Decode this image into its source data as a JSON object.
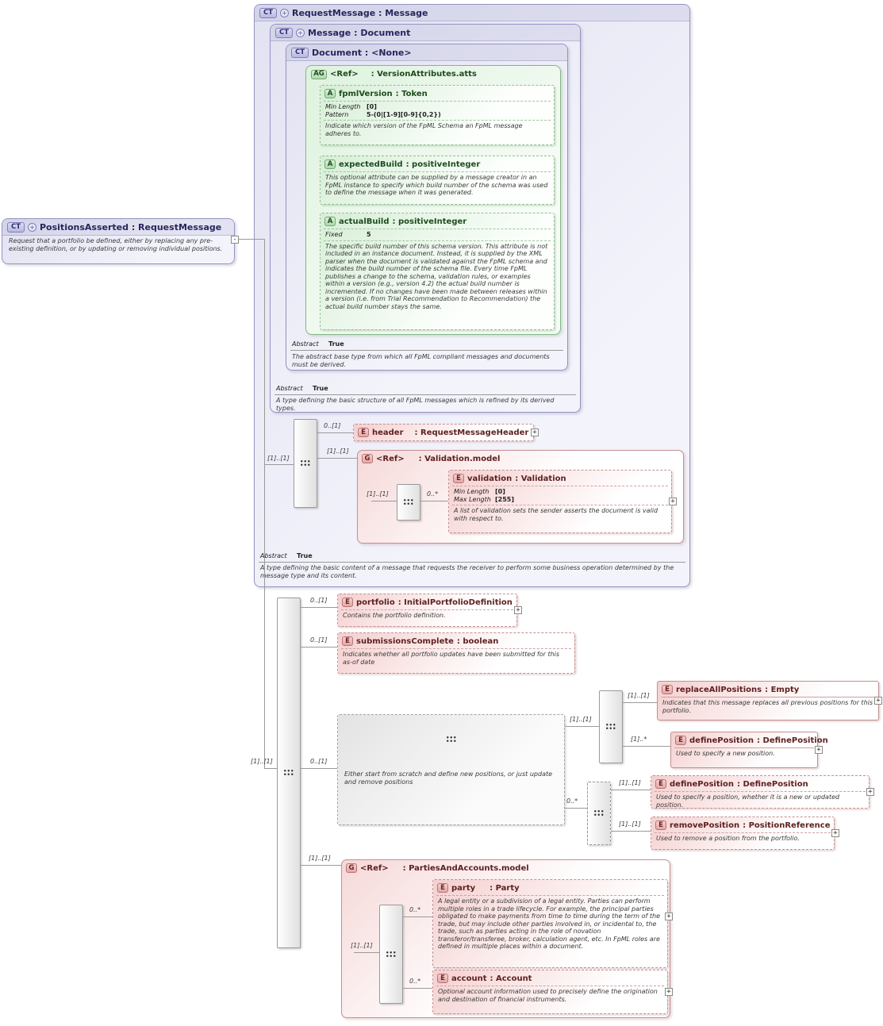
{
  "icons": {
    "ct": "CT",
    "ag": "AG",
    "a": "A",
    "e": "E",
    "g": "G"
  },
  "labels": {
    "abstract": "Abstract",
    "true": "True",
    "card_opt": "0..[1]",
    "card_req": "[1]..[1]",
    "card_many": "0..*",
    "card_req_many": "[1]..*",
    "expand": "+",
    "collapse": "-"
  },
  "nodes": {
    "positions_asserted": {
      "title": "PositionsAsserted : RequestMessage",
      "doc": "Request that a portfolio be defined, either by replacing any pre-existing definition, or by updating or removing individual positions."
    },
    "request_message": {
      "title": "RequestMessage : Message",
      "doc": "A type defining the basic content of a message that requests the receiver to perform some business operation determined by the message type and its content."
    },
    "message": {
      "title": "Message : Document",
      "doc": "A type defining the basic structure of all FpML messages which is refined by its derived types."
    },
    "document": {
      "title": "Document : <None>",
      "doc": "The abstract base type from which all FpML compliant messages and documents must be derived."
    },
    "version_attributes": {
      "ref": "<Ref>",
      "type": ": VersionAttributes.atts"
    },
    "fpml_version": {
      "name": "fpmlVersion",
      "type": ": Token",
      "facts": [
        {
          "label": "Min Length",
          "value": "[0]"
        },
        {
          "label": "Pattern",
          "value": "5-(0|[1-9][0-9]{0,2})"
        }
      ],
      "doc": "Indicate which version of the FpML Schema an FpML message adheres to."
    },
    "expected_build": {
      "name": "expectedBuild",
      "type": ": positiveInteger",
      "doc": "This optional attribute can be supplied by a message creator in an FpML instance to specify which build number of the schema was used to define the message when it was generated."
    },
    "actual_build": {
      "name": "actualBuild",
      "type": ": positiveInteger",
      "facts": [
        {
          "label": "Fixed",
          "value": "5"
        }
      ],
      "doc": "The specific build number of this schema version. This attribute is not included in an instance document. Instead, it is supplied by the XML parser when the document is validated against the FpML schema and indicates the build number of the schema file. Every time FpML publishes a change to the schema, validation rules, or examples within a version (e.g., version 4.2) the actual build number is incremented. If no changes have been made between releases within a version (i.e. from Trial Recommendation to Recommendation) the actual build number stays the same."
    },
    "header": {
      "name": "header",
      "type": ": RequestMessageHeader"
    },
    "validation_model": {
      "ref": "<Ref>",
      "type": ": Validation.model"
    },
    "validation": {
      "name": "validation",
      "type": ": Validation",
      "facts": [
        {
          "label": "Min Length",
          "value": "[0]"
        },
        {
          "label": "Max Length",
          "value": "[255]"
        }
      ],
      "doc": "A list of validation sets the sender asserts the document is valid with respect to."
    },
    "portfolio": {
      "name": "portfolio",
      "type": ": InitialPortfolioDefinition",
      "doc": "Contains the portfolio definition."
    },
    "submissions_complete": {
      "name": "submissionsComplete",
      "type": ": boolean",
      "doc": "Indicates whether all portfolio updates have been submitted for this as-of date"
    },
    "position_choice": {
      "doc": "Either start from scratch and define new positions, or just update and remove positions"
    },
    "replace_all_positions": {
      "name": "replaceAllPositions",
      "type": ": Empty",
      "doc": "Indicates that this message replaces all previous positions for this portfolio."
    },
    "define_position_new": {
      "name": "definePosition",
      "type": ": DefinePosition",
      "doc": "Used to specify a new position."
    },
    "define_position_upd": {
      "name": "definePosition",
      "type": ": DefinePosition",
      "doc": "Used to specify a position, whether it is a new or updated position."
    },
    "remove_position": {
      "name": "removePosition",
      "type": ": PositionReference",
      "doc": "Used to remove a position from the portfolio."
    },
    "parties_model": {
      "ref": "<Ref>",
      "type": ": PartiesAndAccounts.model"
    },
    "party": {
      "name": "party",
      "type": ": Party",
      "doc": "A legal entity or a subdivision of a legal entity. Parties can perform multiple roles in a trade lifecycle. For example, the principal parties obligated to make payments from time to time during the term of the trade, but may include other parties involved in, or incidental to, the trade, such as parties acting in the role of novation transferor/transferee, broker, calculation agent, etc. In FpML roles are defined in multiple places within a document."
    },
    "account": {
      "name": "account",
      "type": ": Account",
      "doc": "Optional account information used to precisely define the origination and destination of financial instruments."
    }
  }
}
